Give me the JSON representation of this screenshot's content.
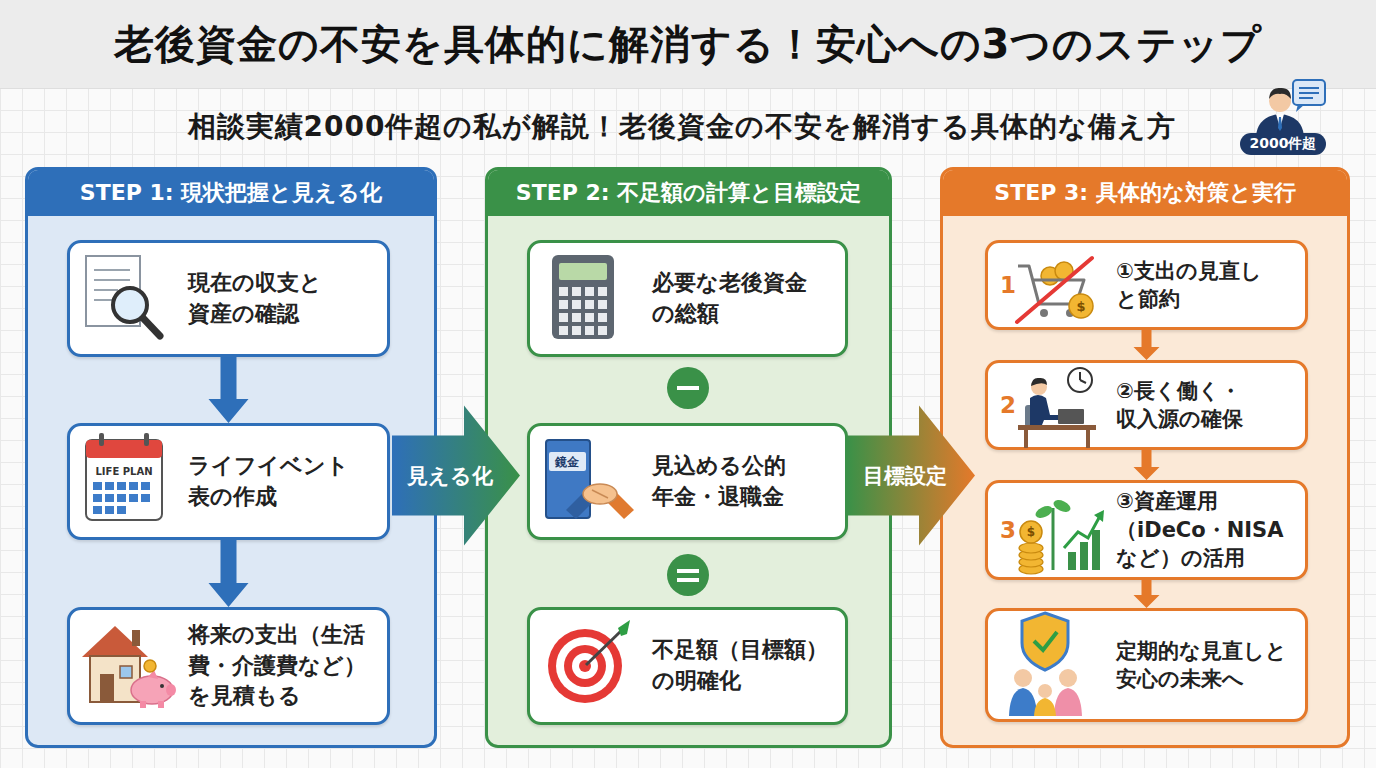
{
  "diagram": {
    "title": "老後資金の不安を具体的に解消する！安心への3つのステップ",
    "nodes": [
      {
        "text": [
          "2000件超"
        ]
      },
      {
        "text": [
          "STEP 1: 現状把握と見える化"
        ]
      },
      {
        "text": [
          "現在の収支と 資産の確認"
        ],
        "in": 1
      },
      {
        "text": [
          "ライフイベント 表の作成"
        ],
        "in": 1
      },
      {
        "text": [
          "将来の支出（生活 費・介護費など） を見積もる"
        ],
        "in": 1
      },
      {
        "text": [
          "STEP 2: 不足額の計算と目標設定"
        ]
      },
      {
        "text": [
          "必要な老後資金 の総額"
        ],
        "in": 5
      },
      {
        "text": [
          "見込める公的 年金・退職金"
        ],
        "in": 5
      },
      {
        "text": [
          "不足額（目標額） の明確化"
        ],
        "in": 5
      },
      {
        "text": [
          "STEP 3: 具体的な対策と実行"
        ]
      },
      {
        "text": [
          "1",
          "①支出の見直し と節約"
        ],
        "in": 9
      },
      {
        "text": [
          "2",
          "②長く働く・ 収入源の確保"
        ],
        "in": 9
      },
      {
        "text": [
          "3",
          "③資産運用 （iDeCo・NISA など）の活用"
        ],
        "in": 9
      },
      {
        "text": [
          "定期的な見直しと 安心の未来へ"
        ],
        "in": 9
      }
    ],
    "edges": [
      {
        "from": 2,
        "to": 3,
        "arrow": "to"
      },
      {
        "from": 3,
        "to": 4,
        "arrow": "to"
      },
      {
        "from": 1,
        "to": 5,
        "label": "見える化",
        "arrow": "to"
      },
      {
        "from": 5,
        "to": 9,
        "label": "目標設定",
        "arrow": "to"
      },
      {
        "from": 10,
        "to": 11,
        "arrow": "to"
      },
      {
        "from": 11,
        "to": 12,
        "arrow": "to"
      },
      {
        "from": 12,
        "to": 13,
        "arrow": "to"
      }
    ],
    "labels": [
      "相談実績2000件超の私が解説！老後資金の不安を解消する具体的な備え方",
      "LIFE PLAN",
      "鏡金",
      "$",
      "$"
    ]
  }
}
